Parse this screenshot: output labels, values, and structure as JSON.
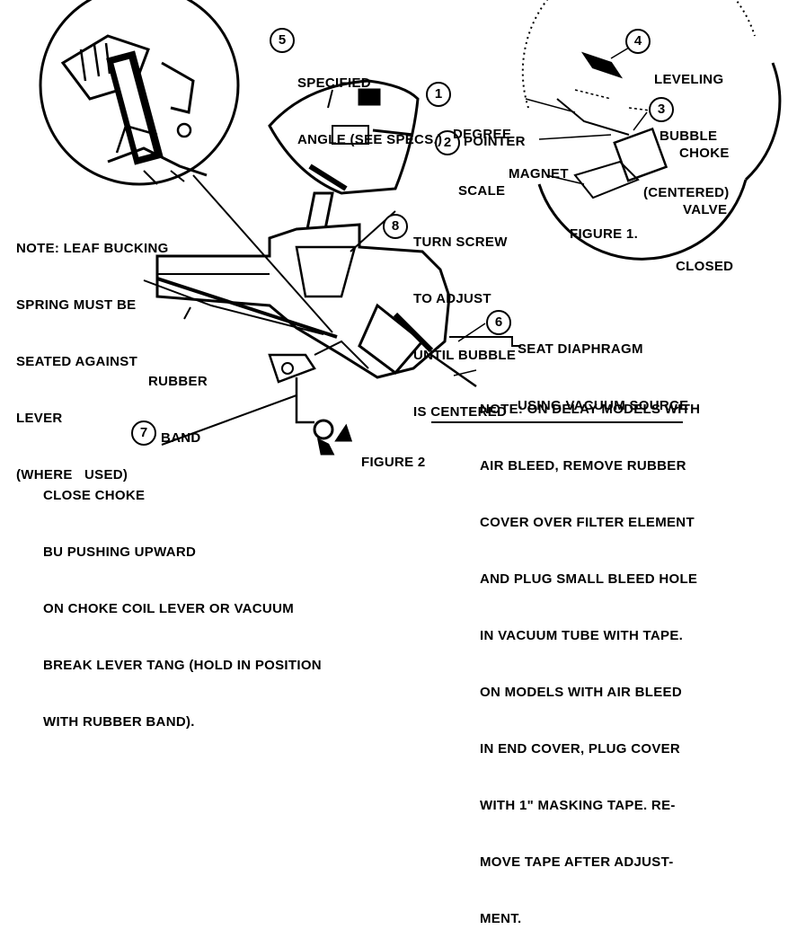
{
  "callouts": {
    "c1": {
      "number": "1",
      "lines": [
        "DEGREE",
        "SCALE"
      ]
    },
    "c2": {
      "number": "2",
      "lines": [
        "POINTER"
      ]
    },
    "c3": {
      "number": "3",
      "lines": [
        "CHOKE",
        "VALVE",
        "CLOSED"
      ]
    },
    "c4": {
      "number": "4",
      "lines": [
        "LEVELING",
        "BUBBLE",
        "(CENTERED)"
      ]
    },
    "c5": {
      "number": "5",
      "lines": [
        "SPECIFIED",
        "ANGLE (SEE SPECS.)"
      ]
    },
    "c6": {
      "number": "6",
      "lines": [
        "SEAT DIAPHRAGM",
        "USING VACUUM SOURCE"
      ]
    },
    "c7": {
      "number": "7",
      "lines": [
        "CLOSE CHOKE",
        "BU PUSHING UPWARD",
        "ON CHOKE COIL LEVER OR VACUUM",
        "BREAK LEVER TANG (HOLD IN POSITION",
        "WITH RUBBER BAND)."
      ]
    },
    "c8": {
      "number": "8",
      "lines": [
        "TURN SCREW",
        "TO ADJUST",
        "UNTIL BUBBLE",
        "IS CENTERED"
      ]
    }
  },
  "labels": {
    "magnet": "MAGNET",
    "rubber_band": [
      "RUBBER",
      "BAND"
    ],
    "figure1": "FIGURE 1.",
    "figure2": "FIGURE 2"
  },
  "notes": {
    "leaf_spring": [
      "NOTE: LEAF BUCKING",
      "SPRING MUST BE",
      "SEATED AGAINST",
      "LEVER",
      "(WHERE   USED)"
    ],
    "delay_models": [
      "NOTE: ON DELAY MODELS WITH",
      "AIR BLEED, REMOVE RUBBER",
      "COVER OVER FILTER ELEMENT",
      "AND PLUG SMALL BLEED HOLE",
      "IN VACUUM TUBE WITH TAPE.",
      "ON MODELS WITH AIR BLEED",
      "IN END COVER, PLUG COVER",
      "WITH 1\" MASKING TAPE. RE-",
      "MOVE TAPE AFTER ADJUST-",
      "MENT."
    ]
  }
}
